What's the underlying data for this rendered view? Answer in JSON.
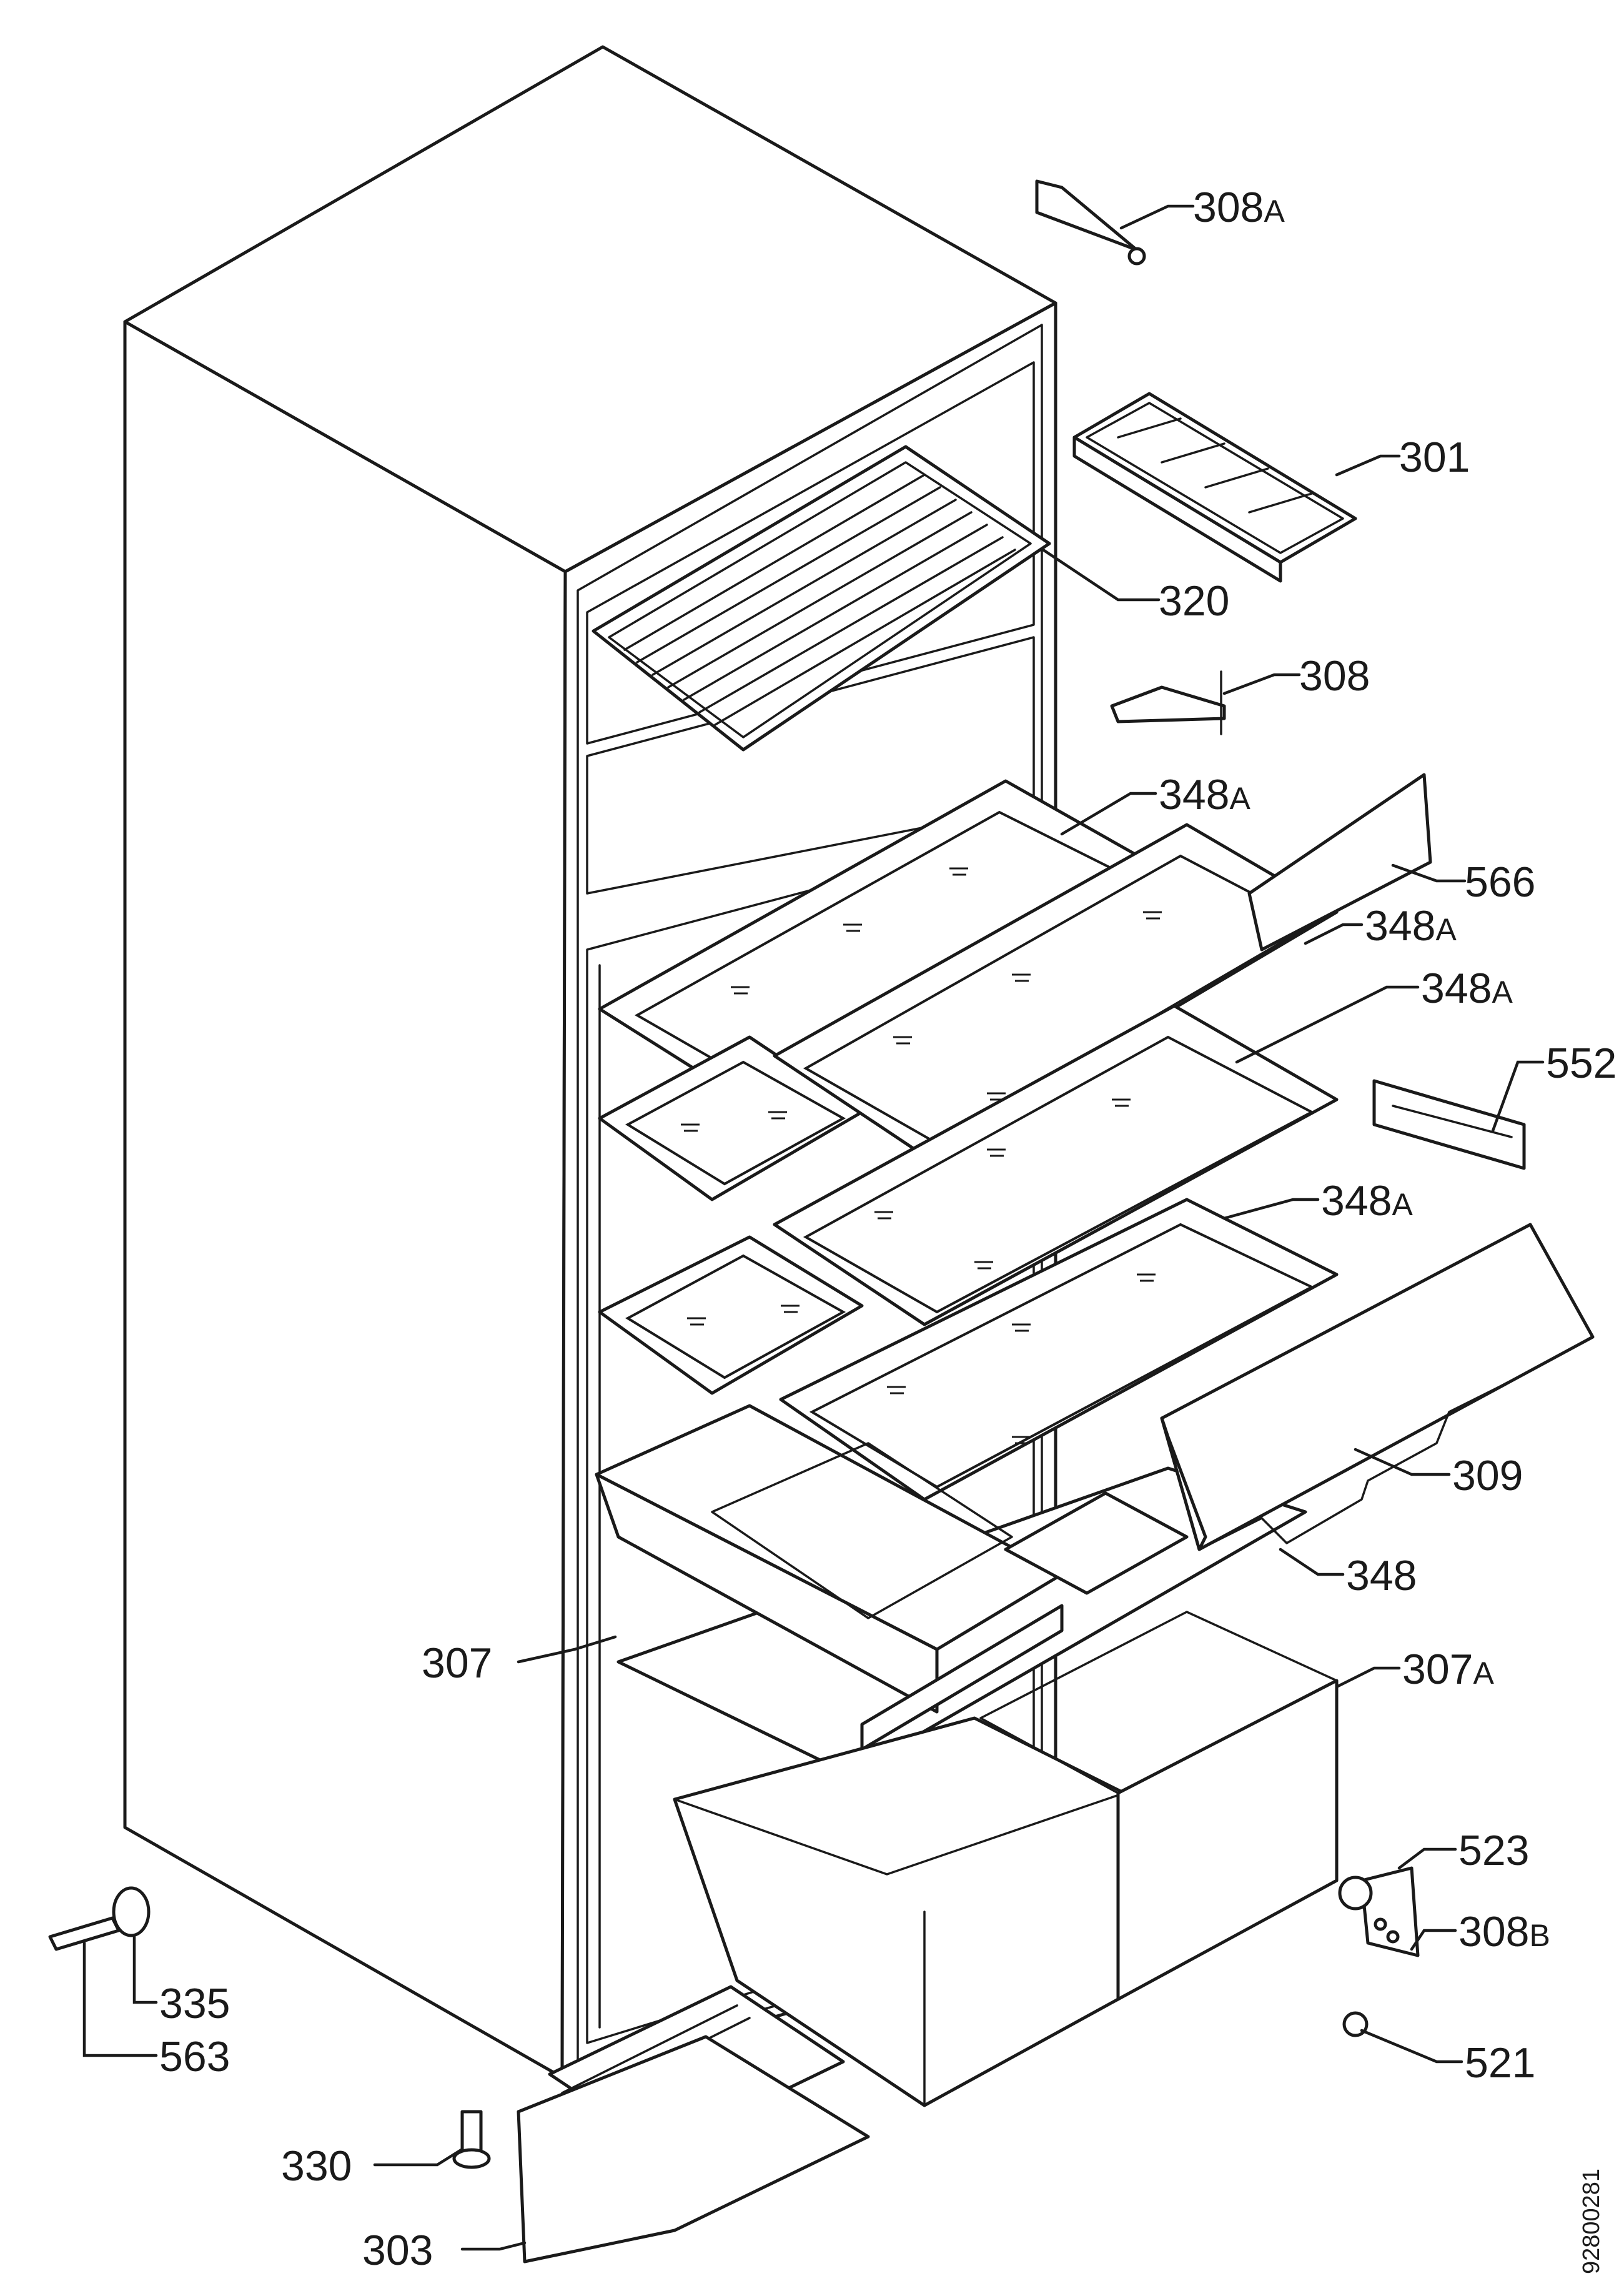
{
  "callouts": [
    {
      "id": "308A",
      "num": "308",
      "suffix": "A"
    },
    {
      "id": "301",
      "num": "301",
      "suffix": ""
    },
    {
      "id": "320",
      "num": "320",
      "suffix": ""
    },
    {
      "id": "308",
      "num": "308",
      "suffix": ""
    },
    {
      "id": "348A-1",
      "num": "348",
      "suffix": "A"
    },
    {
      "id": "566",
      "num": "566",
      "suffix": ""
    },
    {
      "id": "348A-2",
      "num": "348",
      "suffix": "A"
    },
    {
      "id": "348A-3",
      "num": "348",
      "suffix": "A"
    },
    {
      "id": "552",
      "num": "552",
      "suffix": ""
    },
    {
      "id": "348A-4",
      "num": "348",
      "suffix": "A"
    },
    {
      "id": "309",
      "num": "309",
      "suffix": ""
    },
    {
      "id": "348",
      "num": "348",
      "suffix": ""
    },
    {
      "id": "307",
      "num": "307",
      "suffix": ""
    },
    {
      "id": "307A",
      "num": "307",
      "suffix": "A"
    },
    {
      "id": "523",
      "num": "523",
      "suffix": ""
    },
    {
      "id": "308B",
      "num": "308",
      "suffix": "B"
    },
    {
      "id": "521",
      "num": "521",
      "suffix": ""
    },
    {
      "id": "335",
      "num": "335",
      "suffix": ""
    },
    {
      "id": "563",
      "num": "563",
      "suffix": ""
    },
    {
      "id": "330",
      "num": "330",
      "suffix": ""
    },
    {
      "id": "303",
      "num": "303",
      "suffix": ""
    }
  ],
  "document_number": "92800281"
}
